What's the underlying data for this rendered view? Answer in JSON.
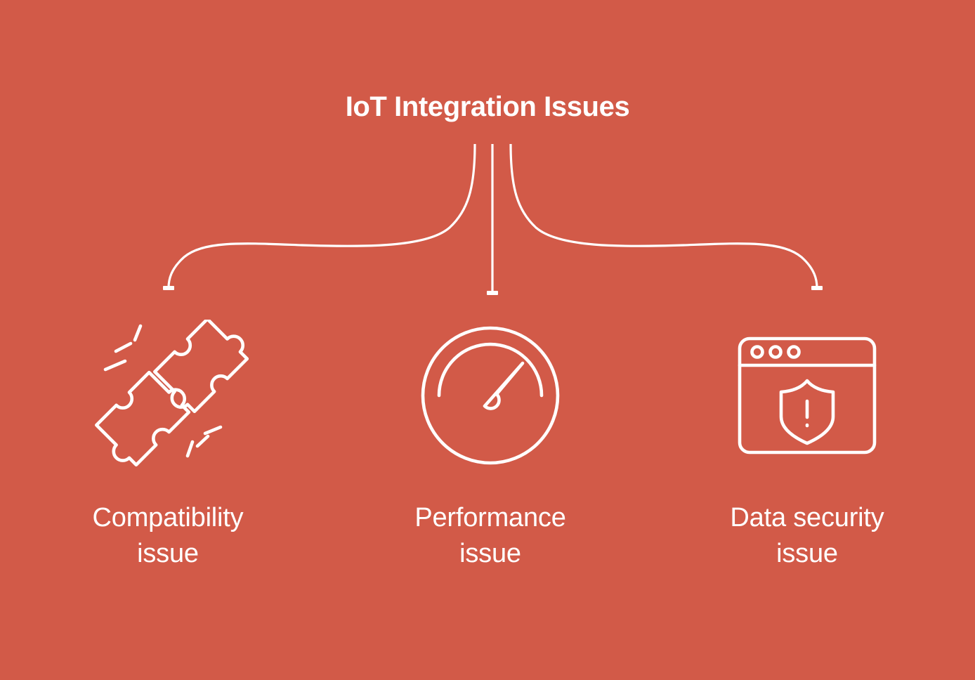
{
  "diagram": {
    "title": "IoT Integration Issues",
    "background_color": "#d25a48",
    "line_color": "#ffffff",
    "branches": [
      {
        "id": "compatibility",
        "label": "Compatibility\nissue",
        "label_line1": "Compatibility",
        "label_line2": "issue",
        "icon": "puzzle-pieces-clash-icon"
      },
      {
        "id": "performance",
        "label": "Performance\nissue",
        "label_line1": "Performance",
        "label_line2": "issue",
        "icon": "speedometer-gauge-icon"
      },
      {
        "id": "data-security",
        "label": "Data security\nissue",
        "label_line1": "Data security",
        "label_line2": "issue",
        "icon": "browser-window-shield-alert-icon"
      }
    ]
  },
  "chart_data": {
    "type": "diagram",
    "title": "IoT Integration Issues",
    "layout": "radial-tree-three-branch",
    "root": "IoT Integration Issues",
    "nodes": [
      {
        "label": "Compatibility issue",
        "icon": "puzzle-pieces-clash-icon"
      },
      {
        "label": "Performance issue",
        "icon": "speedometer-gauge-icon"
      },
      {
        "label": "Data security issue",
        "icon": "browser-window-shield-alert-icon"
      }
    ]
  }
}
